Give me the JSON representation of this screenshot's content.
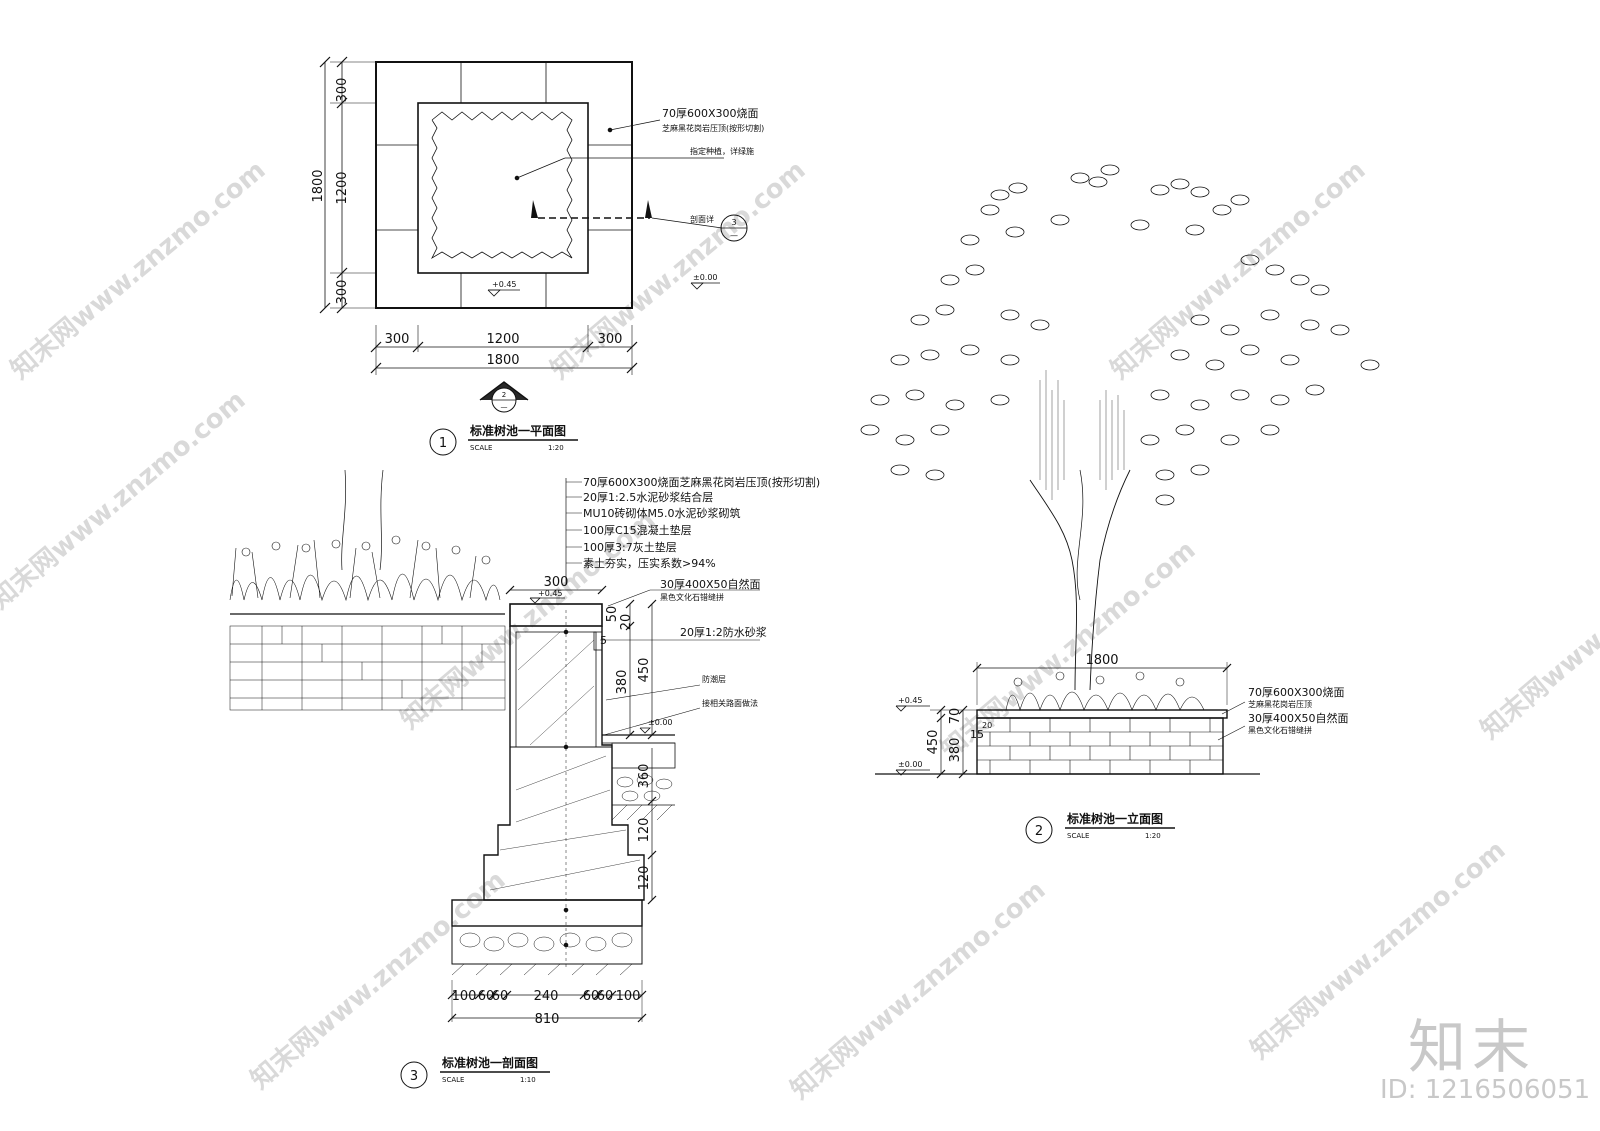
{
  "plan": {
    "dim_top": "300",
    "dim_mid": "1200",
    "dim_bot": "300",
    "dim_total": "1800",
    "note_paving": "70厚600X300烧面",
    "note_paving2": "芝麻黑花岗岩压顶(按形切割)",
    "note_planting": "指定种植，详绿施",
    "note_section": "剖面详",
    "section_marker_num": "3",
    "section_marker_sub": "—",
    "level_top": "+0.45",
    "level_ground": "±0.00",
    "elev_marker_num": "2",
    "elev_marker_sub": "—",
    "title_num": "1",
    "title": "标准树池一平面图",
    "scale_label": "SCALE",
    "scale_value": "1:20"
  },
  "section": {
    "layer1": "70厚600X300烧面芝麻黑花岗岩压顶(按形切割)",
    "layer2": "20厚1:2.5水泥砂浆结合层",
    "layer3": "MU10砖砌体M5.0水泥砂浆砌筑",
    "layer4": "100厚C15混凝土垫层",
    "layer5": "100厚3:7灰土垫层",
    "layer6": "素土夯实，压实系数>94%",
    "dim_cap": "300",
    "level_top": "+0.45",
    "veneer1": "30厚400X50自然面",
    "veneer2": "黑色文化石错缝拼",
    "dim_50": "50",
    "dim_20": "20",
    "dim_5": "5",
    "waterproof": "20厚1:2防水砂浆",
    "dampproof": "防潮层",
    "pavement": "接相关路面做法",
    "level_ground": "±0.00",
    "dim_380": "380",
    "dim_450": "450",
    "dim_360": "360",
    "dim_120a": "120",
    "dim_120b": "120",
    "bottom_dims": [
      "100",
      "60",
      "60",
      "240",
      "60",
      "60",
      "100"
    ],
    "dim_total": "810",
    "title_num": "3",
    "title": "标准树池一剖面图",
    "scale_label": "SCALE",
    "scale_value": "1:10"
  },
  "elevation": {
    "dim_width": "1800",
    "note_paving": "70厚600X300烧面",
    "note_paving2": "芝麻黑花岗岩压顶",
    "veneer1": "30厚400X50自然面",
    "veneer2": "黑色文化石错缝拼",
    "level_top": "+0.45",
    "level_ground": "±0.00",
    "dim_450": "450",
    "dim_380": "380",
    "dim_70": "70",
    "dim_15": "15",
    "dim_20": "20",
    "title_num": "2",
    "title": "标准树池一立面图",
    "scale_label": "SCALE",
    "scale_value": "1:20"
  },
  "watermark": {
    "text": "知末网www.znzmo.com",
    "logo": "知末",
    "id": "ID: 1216506051"
  }
}
